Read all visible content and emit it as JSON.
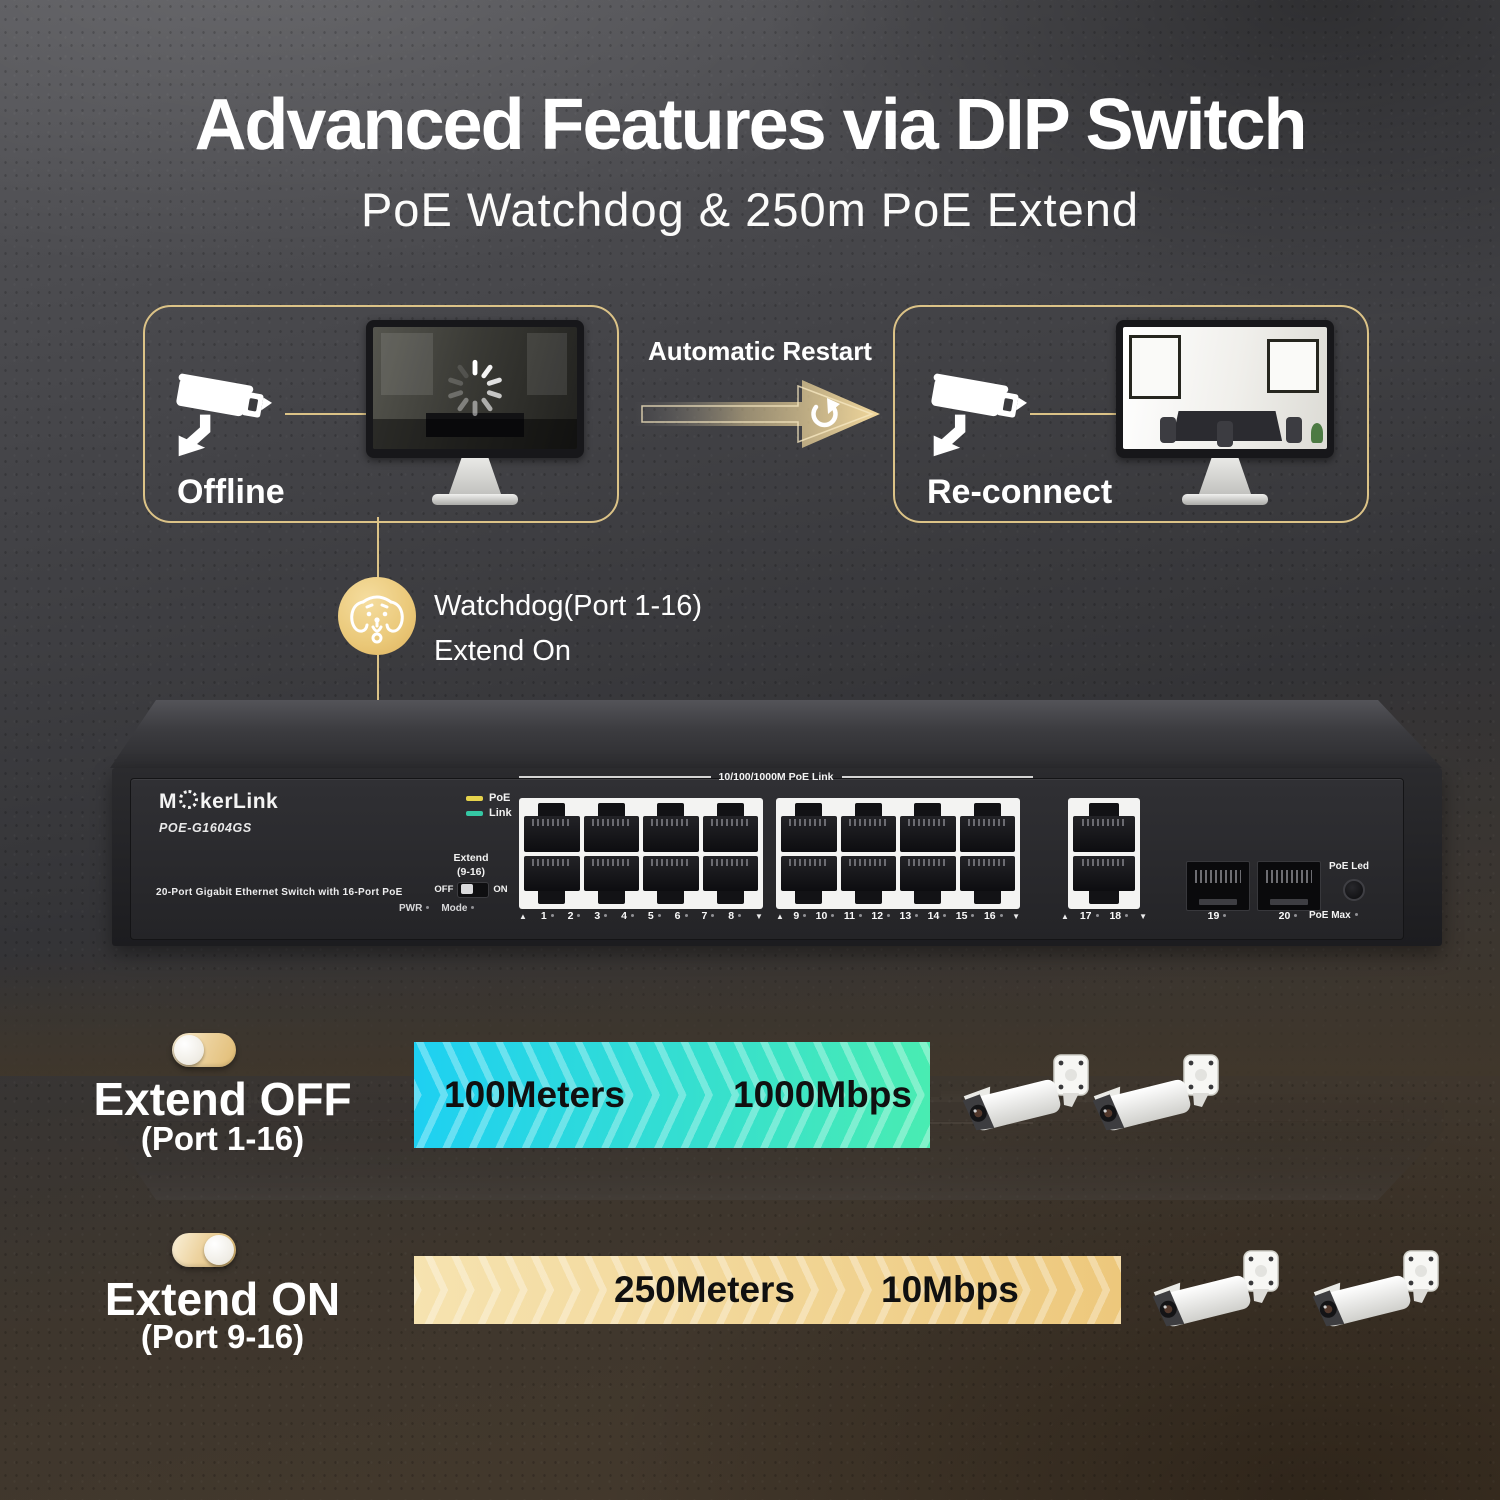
{
  "header": {
    "title": "Advanced Features via DIP Switch",
    "subtitle": "PoE Watchdog & 250m PoE Extend"
  },
  "flow": {
    "offline_label": "Offline",
    "reconnect_label": "Re-connect",
    "arrow_label": "Automatic Restart",
    "watchdog_line1": "Watchdog(Port 1-16)",
    "watchdog_line2": "Extend On"
  },
  "device": {
    "brand_prefix": "M",
    "brand_suffix": "kerLink",
    "model": "POE-G1604GS",
    "description": "20-Port Gigabit Ethernet Switch with 16-Port PoE",
    "legend": [
      {
        "label": "PoE",
        "color": "#e6d34c"
      },
      {
        "label": "Link",
        "color": "#35c7a4"
      }
    ],
    "ports_header": "10/100/1000M PoE Link",
    "dip_label_line1": "Extend",
    "dip_label_line2": "(9-16)",
    "dip_off": "OFF",
    "dip_on": "ON",
    "pwr_label": "PWR",
    "mode_label": "Mode",
    "triangle_up": "▲",
    "triangle_down": "▼",
    "port_group_1": [
      "1",
      "2",
      "3",
      "4",
      "5",
      "6",
      "7",
      "8"
    ],
    "port_group_2": [
      "9",
      "10",
      "11",
      "12",
      "13",
      "14",
      "15",
      "16"
    ],
    "uplink_ports": [
      "17",
      "18"
    ],
    "sfp_ports": [
      "19",
      "20"
    ],
    "poe_led_label": "PoE Led",
    "poe_max_label": "PoE Max"
  },
  "modes": [
    {
      "id": "extend-off",
      "toggle_state": "off",
      "title": "Extend OFF",
      "subtitle": "(Port 1-16)",
      "distance": "100Meters",
      "speed": "1000Mbps",
      "camera_count": 2,
      "bar_colors": [
        "#1ed0f2",
        "#49ecb2"
      ]
    },
    {
      "id": "extend-on",
      "toggle_state": "on",
      "title": "Extend ON",
      "subtitle": "(Port 9-16)",
      "distance": "250Meters",
      "speed": "10Mbps",
      "camera_count": 2,
      "bar_colors": [
        "#f6e3b0",
        "#edc87c"
      ]
    }
  ],
  "colors": {
    "accent_gold": "#dcc387",
    "toggle_gold": "#e8c77e",
    "bar_text": "#101010"
  }
}
